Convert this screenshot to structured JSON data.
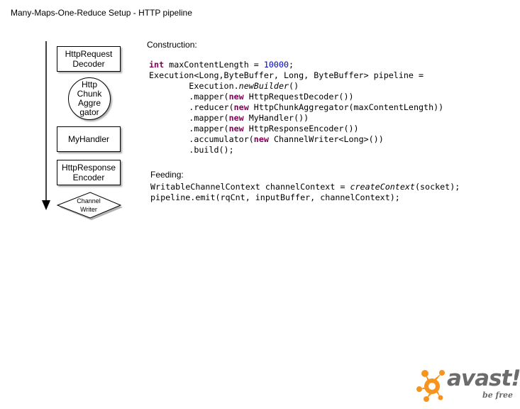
{
  "title": "Many-Maps-One-Reduce Setup - HTTP pipeline",
  "pipeline": {
    "decoder": [
      "HttpRequest",
      "Decoder"
    ],
    "aggregator": [
      "Http",
      "Chunk",
      "Aggre",
      "gator"
    ],
    "handler": "MyHandler",
    "encoder": [
      "HttpResponse",
      "Encoder"
    ],
    "writer": [
      "Channel",
      "Writer"
    ]
  },
  "construction": {
    "label": "Construction:",
    "lines": [
      [
        {
          "t": "int",
          "c": "kw"
        },
        {
          "t": " maxContentLength = "
        },
        {
          "t": "10000",
          "c": "num"
        },
        {
          "t": ";"
        }
      ],
      [
        {
          "t": "Execution<Long,ByteBuffer, Long, ByteBuffer> pipeline ="
        }
      ],
      [
        {
          "t": "        Execution."
        },
        {
          "t": "newBuilder",
          "c": "it"
        },
        {
          "t": "()"
        }
      ],
      [
        {
          "t": "        .mapper("
        },
        {
          "t": "new",
          "c": "kw"
        },
        {
          "t": " HttpRequestDecoder())"
        }
      ],
      [
        {
          "t": "        .reducer("
        },
        {
          "t": "new",
          "c": "kw"
        },
        {
          "t": " HttpChunkAggregator(maxContentLength))"
        }
      ],
      [
        {
          "t": "        .mapper("
        },
        {
          "t": "new",
          "c": "kw"
        },
        {
          "t": " MyHandler())"
        }
      ],
      [
        {
          "t": "        .mapper("
        },
        {
          "t": "new",
          "c": "kw"
        },
        {
          "t": " HttpResponseEncoder())"
        }
      ],
      [
        {
          "t": "        .accumulator("
        },
        {
          "t": "new",
          "c": "kw"
        },
        {
          "t": " ChannelWriter<Long>())"
        }
      ],
      [
        {
          "t": "        .build();"
        }
      ]
    ]
  },
  "feeding": {
    "label": "Feeding:",
    "lines": [
      [
        {
          "t": "WritableChannelContext channelContext = "
        },
        {
          "t": "createContext",
          "c": "it"
        },
        {
          "t": "(socket);"
        }
      ],
      [
        {
          "t": "pipeline.emit(rqCnt, inputBuffer, channelContext);"
        }
      ]
    ]
  },
  "logo": {
    "icon": "avast-orange-splat-icon",
    "brand": "avast!",
    "tagline": "be free",
    "colors": {
      "orange": "#f7941d",
      "gray": "#6b6b6b"
    }
  }
}
